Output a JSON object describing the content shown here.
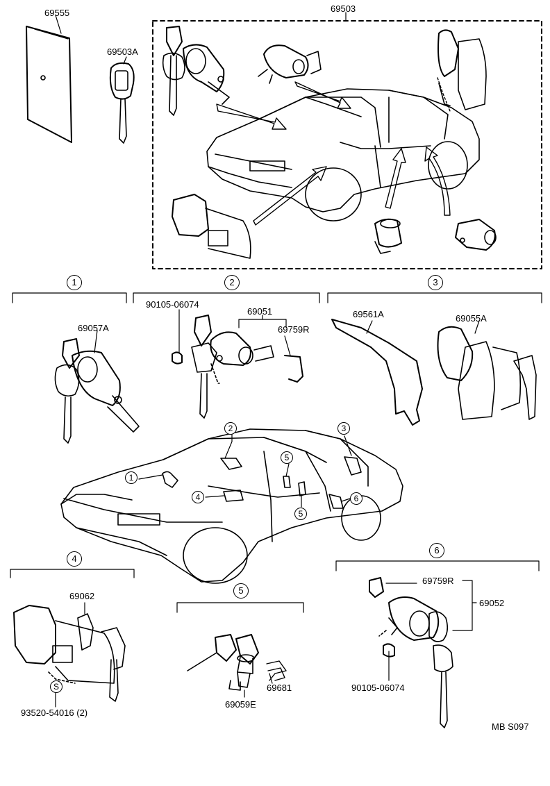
{
  "assembly": {
    "label": "69503"
  },
  "top": {
    "cover_label": "69555",
    "key_label": "69503A"
  },
  "groups": {
    "g1": {
      "marker": "1",
      "part": "69057A"
    },
    "g2": {
      "marker": "2",
      "bolt": "90105-06074",
      "cylinder": "69051",
      "retainer": "69759R"
    },
    "g3": {
      "marker": "3",
      "cable": "69561A",
      "lock": "69055A"
    },
    "g4": {
      "marker": "4",
      "part": "69062",
      "screw": "93520-54016 (2)",
      "screw_symbol": "S"
    },
    "g5": {
      "marker": "5",
      "cylinder": "69059E",
      "retainer": "69681"
    },
    "g6": {
      "marker": "6",
      "retainer": "69759R",
      "cylinder": "69052",
      "bolt": "90105-06074"
    }
  },
  "car_markers": [
    "1",
    "2",
    "3",
    "4",
    "5",
    "5",
    "6"
  ],
  "footer": {
    "code": "MB S097"
  }
}
